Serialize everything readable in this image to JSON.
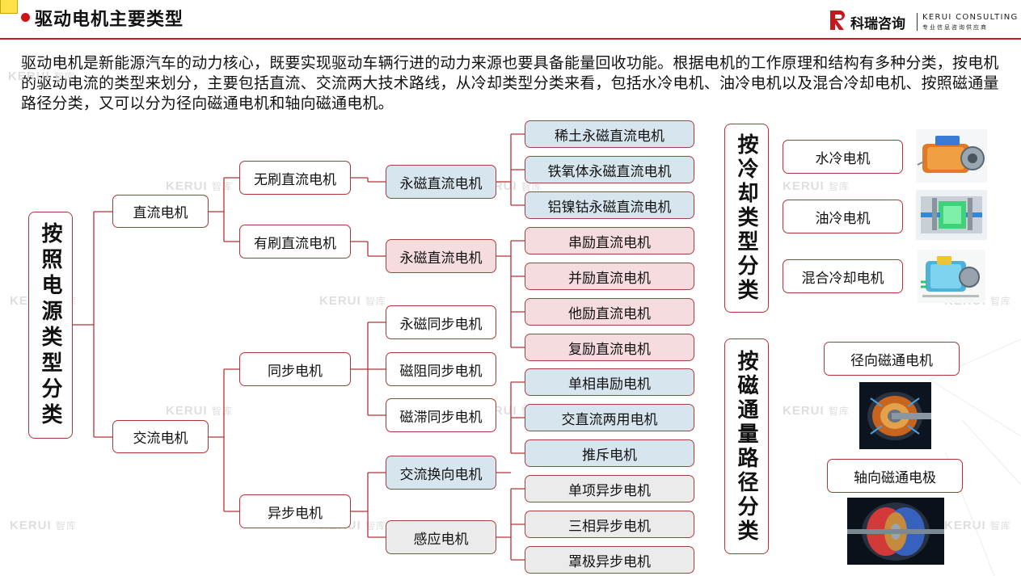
{
  "header": {
    "title": "驱动电机主要类型"
  },
  "logo": {
    "name_cn": "科瑞咨询",
    "name_en": "KERUI CONSULTING",
    "tagline": "专业信息咨询供应商"
  },
  "intro": "驱动电机是新能源汽车的动力核心，既要实现驱动车辆行进的动力来源也要具备能量回收功能。根据电机的工作原理和结构有多种分类，按电机的驱动电流的类型来划分，主要包括直流、交流两大技术路线，从冷却类型分类来看，包括水冷电机、油冷电机以及混合冷却电机、按照磁通量路径分类，又可以分为径向磁通电机和轴向磁通电机。",
  "watermark": {
    "brand": "KERUI",
    "suffix": "智库"
  },
  "tree": {
    "root": "按照电源类型分类",
    "dc": "直流电机",
    "ac": "交流电机",
    "brushless_dc": "无刷直流电机",
    "brushed_dc": "有刷直流电机",
    "pm_dc_1": "永磁直流电机",
    "pm_dc_2": "永磁直流电机",
    "synchronous": "同步电机",
    "asynchronous": "异步电机",
    "pm_sync": "永磁同步电机",
    "reluctance_sync": "磁阻同步电机",
    "hysteresis_sync": "磁滞同步电机",
    "ac_commutator": "交流换向电机",
    "induction": "感应电机",
    "leaves_blue_top": [
      "稀土永磁直流电机",
      "铁氧体永磁直流电机",
      "铝镍钴永磁直流电机"
    ],
    "leaves_pink": [
      "串励直流电机",
      "并励直流电机",
      "他励直流电机",
      "复励直流电机"
    ],
    "leaves_blue_bottom": [
      "单相串励电机",
      "交直流两用电机",
      "推斥电机"
    ],
    "leaves_grey": [
      "单项异步电机",
      "三相异步电机",
      "罩极异步电机"
    ]
  },
  "cooling": {
    "title": "按冷却类型分类",
    "items": [
      "水冷电机",
      "油冷电机",
      "混合冷却电机"
    ]
  },
  "flux": {
    "title": "按磁通量路径分类",
    "items": [
      "径向磁通电机",
      "轴向磁通电极"
    ]
  },
  "colors": {
    "accent": "#c9161d",
    "blue_fill": "#d7e6ee",
    "pink_fill": "#f6dcdf",
    "grey_fill": "#ebebeb"
  }
}
